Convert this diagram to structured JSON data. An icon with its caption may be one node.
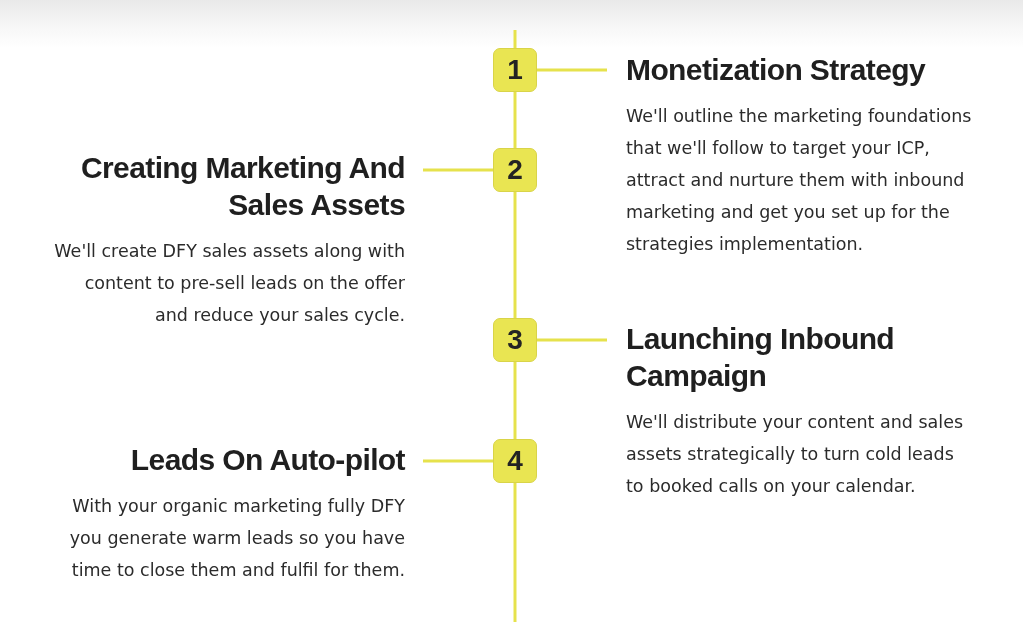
{
  "diagram": {
    "nodes": [
      {
        "text": [
          "1"
        ]
      },
      {
        "text": [
          "Monetization Strategy",
          "We'll outline the marketing foundations that we'll follow to target your ICP, attract and nurture them with inbound marketing and get you set up for the strategies implementation."
        ]
      },
      {
        "text": [
          "2"
        ]
      },
      {
        "text": [
          "Creating Marketing And Sales Assets",
          "We'll create DFY sales assets along with content to pre-sell leads on the offer and reduce your sales cycle."
        ]
      },
      {
        "text": [
          "3"
        ]
      },
      {
        "text": [
          "Launching Inbound Campaign",
          "We'll distribute your content and sales assets strategically to turn cold leads to booked calls on your calendar."
        ]
      },
      {
        "text": [
          "4"
        ]
      },
      {
        "text": [
          "Leads On Auto-pilot",
          "With your organic marketing fully DFY you generate warm leads so you have time to close them and fulfil for them."
        ]
      }
    ],
    "edges": [
      {
        "from": null,
        "to": 0,
        "arrow": "none"
      },
      {
        "from": 0,
        "to": 1,
        "arrow": "none"
      },
      {
        "from": 0,
        "to": 2,
        "arrow": "none"
      },
      {
        "from": 2,
        "to": 3,
        "arrow": "none"
      },
      {
        "from": 2,
        "to": 4,
        "arrow": "none"
      },
      {
        "from": 4,
        "to": 5,
        "arrow": "none"
      },
      {
        "from": 4,
        "to": 6,
        "arrow": "none"
      },
      {
        "from": 6,
        "to": 7,
        "arrow": "none"
      },
      {
        "from": 6,
        "to": null,
        "arrow": "none"
      }
    ]
  }
}
